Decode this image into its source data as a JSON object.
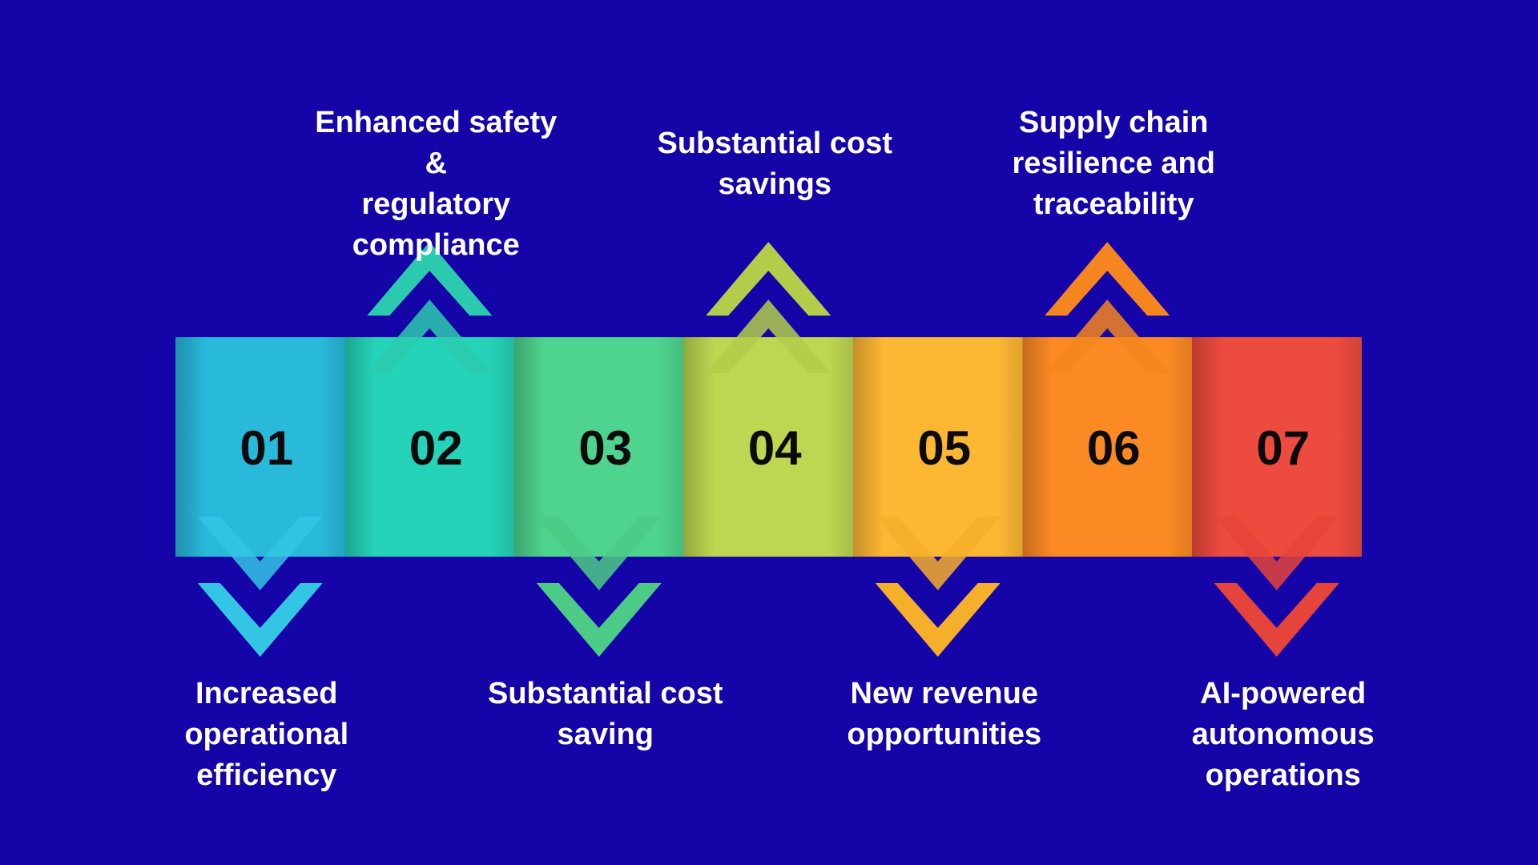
{
  "background_color": "#1504A8",
  "steps": [
    {
      "number": "01",
      "color": "#29B9DB",
      "arrow_color": "#33C5E3",
      "arrow_direction": "down",
      "label": "Increased\noperational\nefficiency"
    },
    {
      "number": "02",
      "color": "#25D3B8",
      "arrow_color": "#2BCAAE",
      "arrow_direction": "up",
      "label": "Enhanced safety &\nregulatory\ncompliance"
    },
    {
      "number": "03",
      "color": "#4ED48E",
      "arrow_color": "#4CCB86",
      "arrow_direction": "down",
      "label": "Substantial cost\nsaving"
    },
    {
      "number": "04",
      "color": "#BDD752",
      "arrow_color": "#B3CC4A",
      "arrow_direction": "up",
      "label": "Substantial cost\nsavings"
    },
    {
      "number": "05",
      "color": "#FDB733",
      "arrow_color": "#F6AF2B",
      "arrow_direction": "down",
      "label": "New revenue\nopportunities"
    },
    {
      "number": "06",
      "color": "#FC8A24",
      "arrow_color": "#F5861F",
      "arrow_direction": "up",
      "label": "Supply chain\nresilience and\ntraceability"
    },
    {
      "number": "07",
      "color": "#EE4B3F",
      "arrow_color": "#E5443A",
      "arrow_direction": "down",
      "label": "AI-powered\nautonomous\noperations"
    }
  ]
}
